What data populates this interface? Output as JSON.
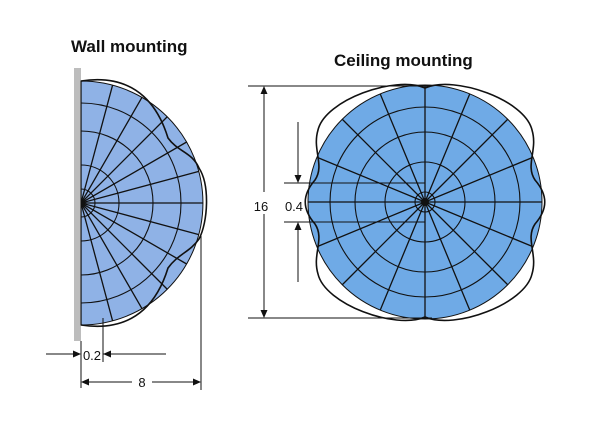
{
  "colors": {
    "coverage_fill": "#8FB2E6",
    "ceiling_fill": "#6FAAE6",
    "wall_plate": "#BDBDBD",
    "line": "#111111"
  },
  "wall": {
    "title": "Wall mounting",
    "dim_offset": "0.2",
    "dim_range": "8"
  },
  "ceiling": {
    "title": "Ceiling mounting",
    "dim_diameter": "16",
    "dim_offset": "0.4"
  }
}
